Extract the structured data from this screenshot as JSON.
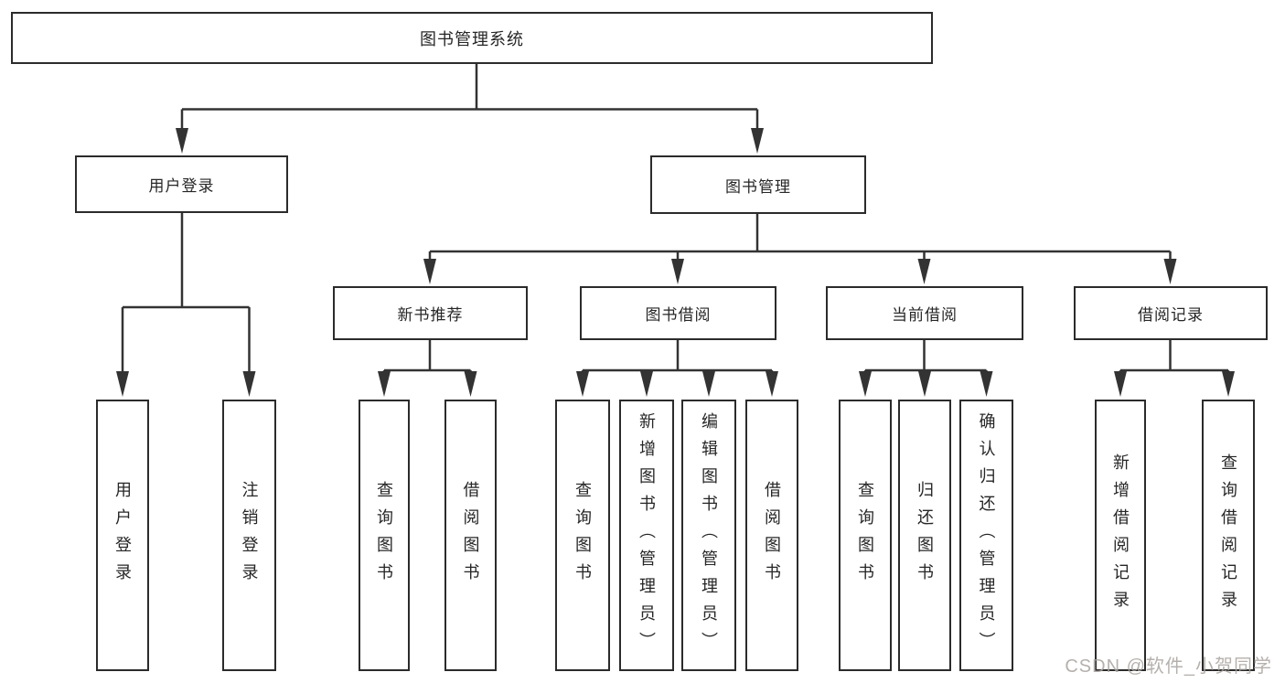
{
  "tree": {
    "label": "图书管理系统",
    "children": [
      {
        "label": "用户登录",
        "children": [
          {
            "label": "用户登录"
          },
          {
            "label": "注销登录"
          }
        ]
      },
      {
        "label": "图书管理",
        "children": [
          {
            "label": "新书推荐",
            "children": [
              {
                "label": "查询图书"
              },
              {
                "label": "借阅图书"
              }
            ]
          },
          {
            "label": "图书借阅",
            "children": [
              {
                "label": "查询图书"
              },
              {
                "label": "新增图书（管理员）"
              },
              {
                "label": "编辑图书（管理员）"
              },
              {
                "label": "借阅图书"
              }
            ]
          },
          {
            "label": "当前借阅",
            "children": [
              {
                "label": "查询图书"
              },
              {
                "label": "归还图书"
              },
              {
                "label": "确认归还（管理员）"
              }
            ]
          },
          {
            "label": "借阅记录",
            "children": [
              {
                "label": "新增借阅记录"
              },
              {
                "label": "查询借阅记录"
              }
            ]
          }
        ]
      }
    ]
  },
  "watermark": {
    "text": "CSDN @软件_小贺同学"
  },
  "colors": {
    "line": "#333333",
    "box_border": "#2b2b2b",
    "text": "#262626",
    "watermark": "#a9a39e",
    "background": "#ffffff"
  }
}
